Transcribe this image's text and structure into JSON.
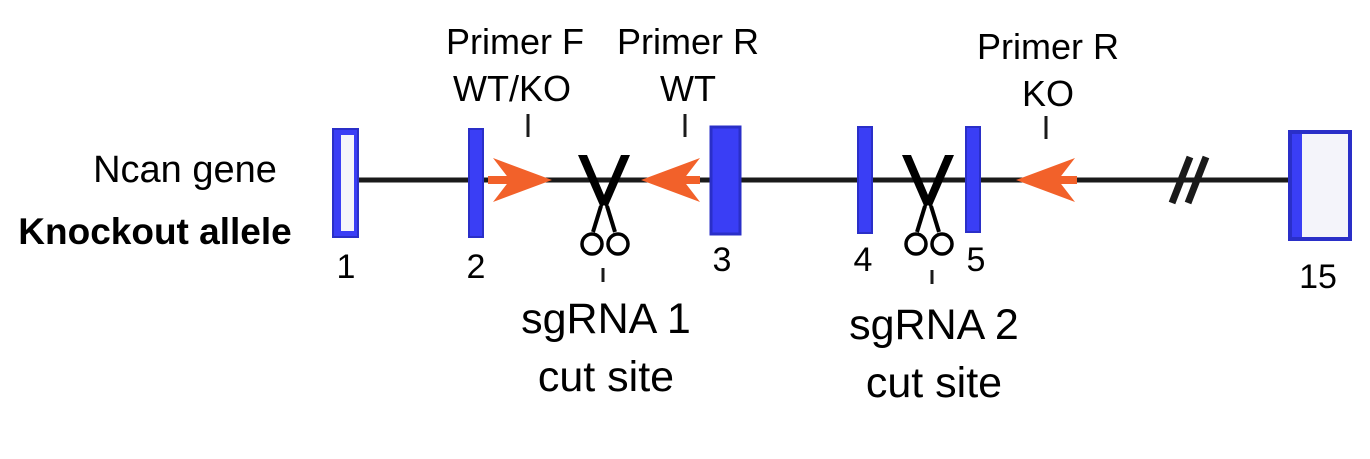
{
  "gene_name": "Ncan gene",
  "allele_label": "Knockout allele",
  "exons": [
    "1",
    "2",
    "3",
    "4",
    "5",
    "15"
  ],
  "primers": {
    "forward": {
      "line1": "Primer F",
      "line2": "WT/KO"
    },
    "reverse_wt": {
      "line1": "Primer R",
      "line2": "WT"
    },
    "reverse_ko": {
      "line1": "Primer R",
      "line2": "KO"
    }
  },
  "cut_sites": {
    "sg1": {
      "line1": "sgRNA 1",
      "line2": "cut site"
    },
    "sg2": {
      "line1": "sgRNA 2",
      "line2": "cut site"
    }
  },
  "colors": {
    "exon_fill": "#3a3ef5",
    "exon_stroke": "#2a2fc8",
    "exon_empty_fill": "#f4f4fa",
    "primer_arrow": "#f2612a",
    "line": "#1a1a1a",
    "scissors": "#000000"
  }
}
